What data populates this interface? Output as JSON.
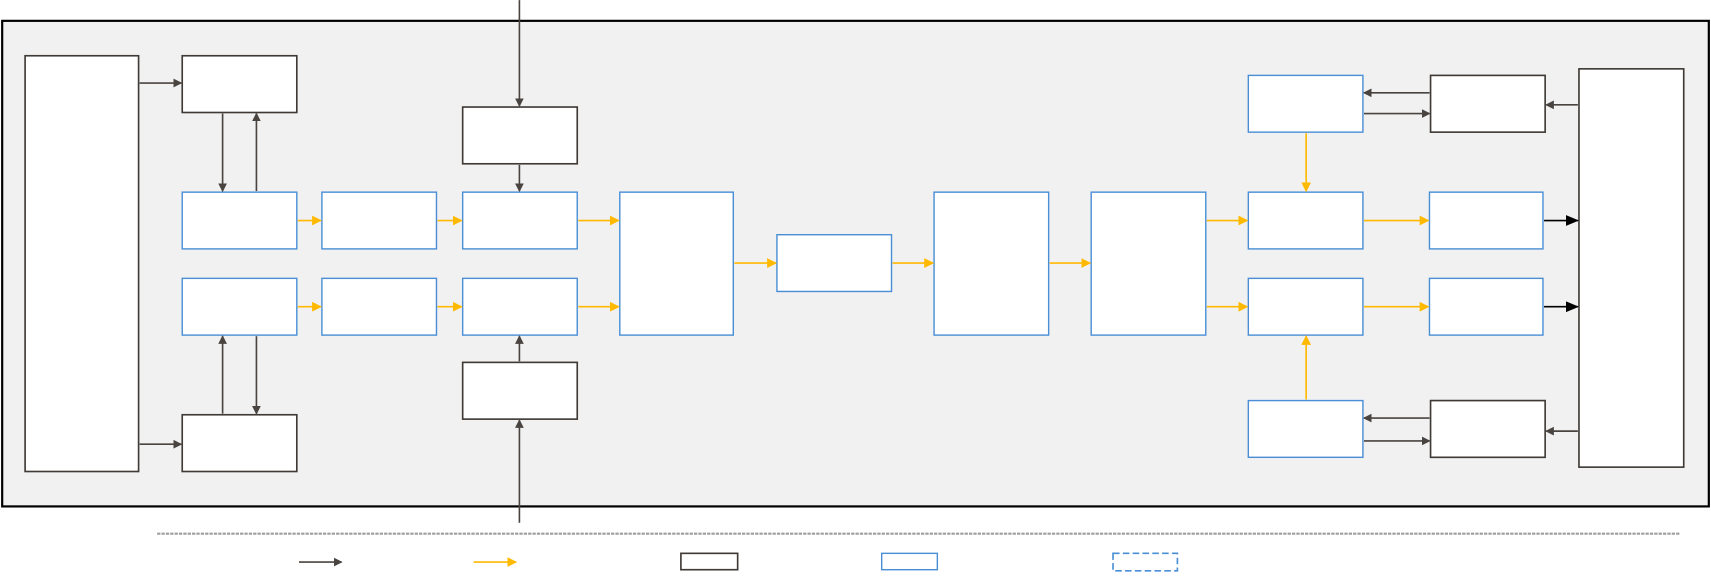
{
  "colors": {
    "panel_fill": "#f1f1f1",
    "panel_border": "#000000",
    "control_line": "#4a4440",
    "data_line": "#ffb900",
    "data_block_border": "#4a8fd6",
    "control_block_border": "#3f3a36",
    "separator": "#9e9e9e"
  },
  "legend": [
    {
      "kind": "control-arrow"
    },
    {
      "kind": "data-arrow"
    },
    {
      "kind": "control-block"
    },
    {
      "kind": "data-block"
    },
    {
      "kind": "optional-block-dashed"
    }
  ]
}
